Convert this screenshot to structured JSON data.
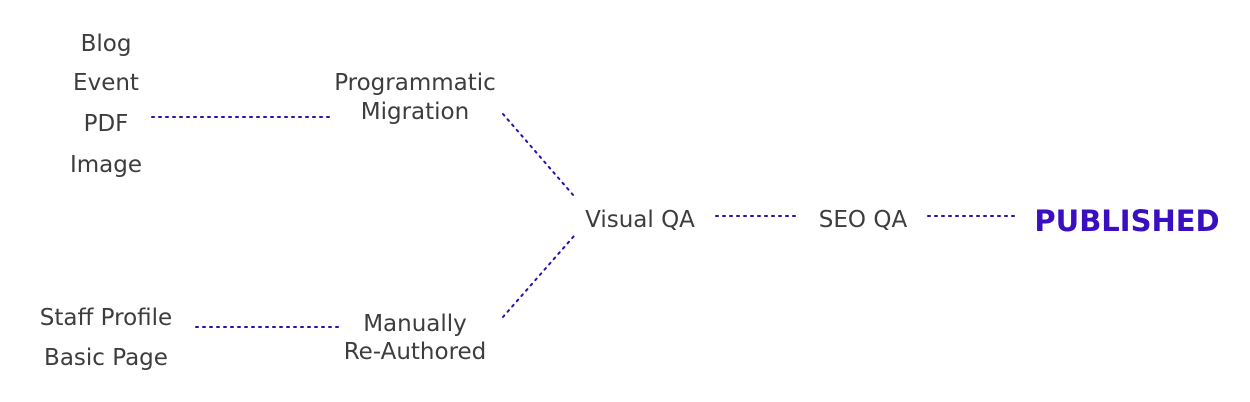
{
  "colors": {
    "text": "#3d3d3d",
    "connector": "#2d0fa8",
    "published": "#3a0fc2"
  },
  "sources": {
    "programmatic": [
      "Blog",
      "Event",
      "PDF",
      "Image"
    ],
    "manual": [
      "Staff Profile",
      "Basic Page"
    ]
  },
  "stages": {
    "programmatic_migration": [
      "Programmatic",
      "Migration"
    ],
    "manually_reauthored": [
      "Manually",
      "Re-Authored"
    ],
    "visual_qa": "Visual QA",
    "seo_qa": "SEO QA",
    "published": "PUBLISHED"
  }
}
